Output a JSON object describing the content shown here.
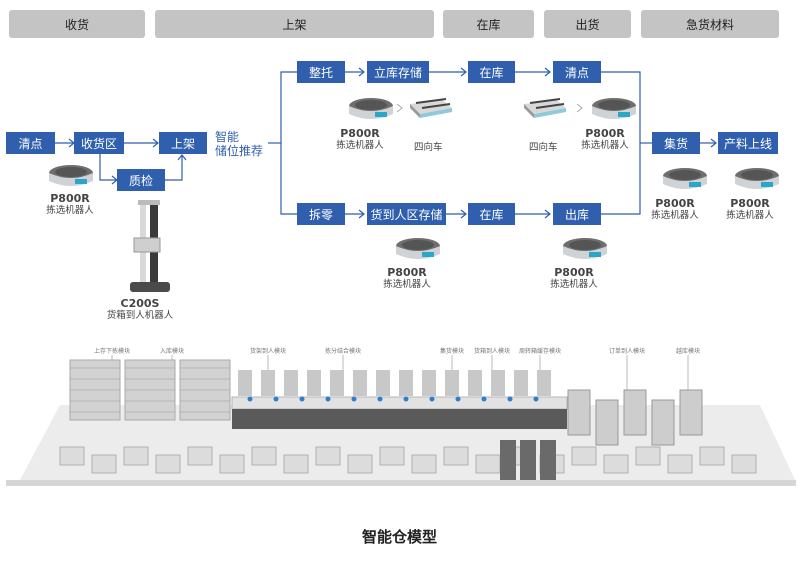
{
  "phases": [
    "收货",
    "上架",
    "在库",
    "出货",
    "急货材料"
  ],
  "flow": {
    "receive": [
      "清点",
      "收货区",
      "质检",
      "上架"
    ],
    "recommend": "智能储位推荐",
    "recommend_lines": [
      "智能",
      "储位推荐"
    ],
    "upper": [
      "整托",
      "立库存储",
      "在库",
      "清点"
    ],
    "lower": [
      "拆零",
      "货到人区存储",
      "在库",
      "出库"
    ],
    "tail": [
      "集货",
      "产料上线"
    ]
  },
  "equipment": {
    "p800r_model": "P800R",
    "p800r_desc": "拣选机器人",
    "c200s_model": "C200S",
    "c200s_desc": "货箱到人机器人",
    "shuttle": "四向车"
  },
  "modules": [
    "上存下拣模块",
    "入库模块",
    "货架到人模块",
    "拣分结合模块",
    "集货模块",
    "货箱到人模块",
    "周转箱缓存模块",
    "订单到人模块",
    "越库模块"
  ],
  "caption": "智能仓模型",
  "colors": {
    "node": "#2f5fad",
    "phase": "#c4c4c4",
    "line": "#2f5fad"
  }
}
